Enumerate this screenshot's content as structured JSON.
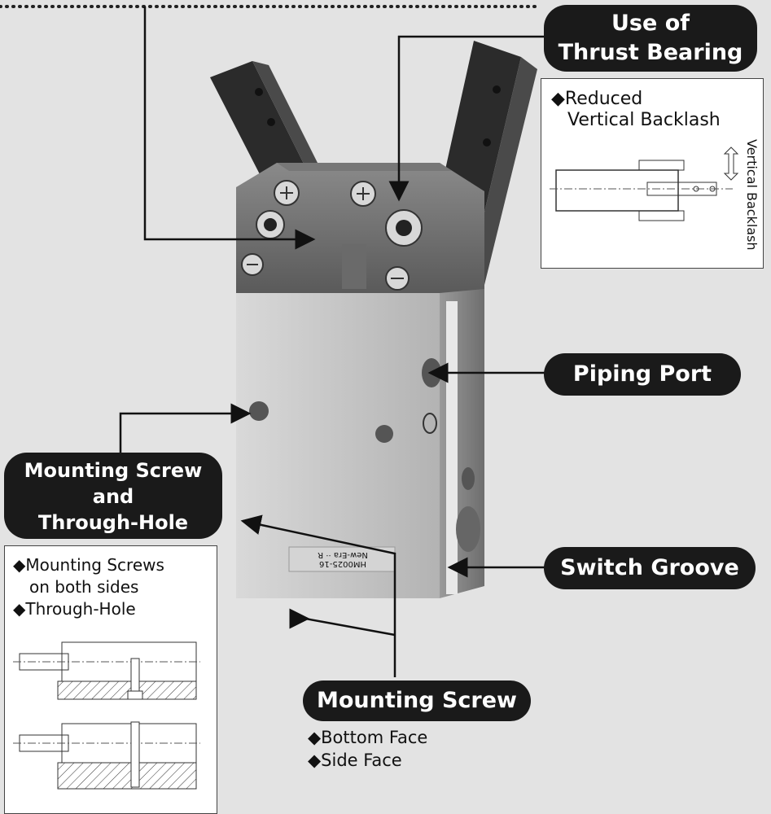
{
  "callouts": {
    "thrust_bearing": {
      "line1": "Use of",
      "line2": "Thrust Bearing"
    },
    "piping_port": "Piping Port",
    "mounting_through_hole": {
      "line1": "Mounting Screw",
      "line2": "and",
      "line3": "Through-Hole"
    },
    "switch_groove": "Switch Groove",
    "mounting_screw": "Mounting Screw"
  },
  "backlash_box": {
    "line1": "◆Reduced",
    "line2": "Vertical Backlash",
    "vertical_label": "Vertical Backlash"
  },
  "mounting_box": {
    "line1": "◆Mounting Screws",
    "line2": "on both sides",
    "line3": "◆Through-Hole"
  },
  "mounting_screw_notes": {
    "item1": "◆Bottom Face",
    "item2": "◆Side Face"
  },
  "product_label": {
    "line1": "HM0025-16",
    "line2": "New-Era ·· R"
  },
  "colors": {
    "background": "#e3e3e3",
    "pill": "#1a1a1a",
    "text": "#111111",
    "body_metal": "#c8c8c8"
  }
}
